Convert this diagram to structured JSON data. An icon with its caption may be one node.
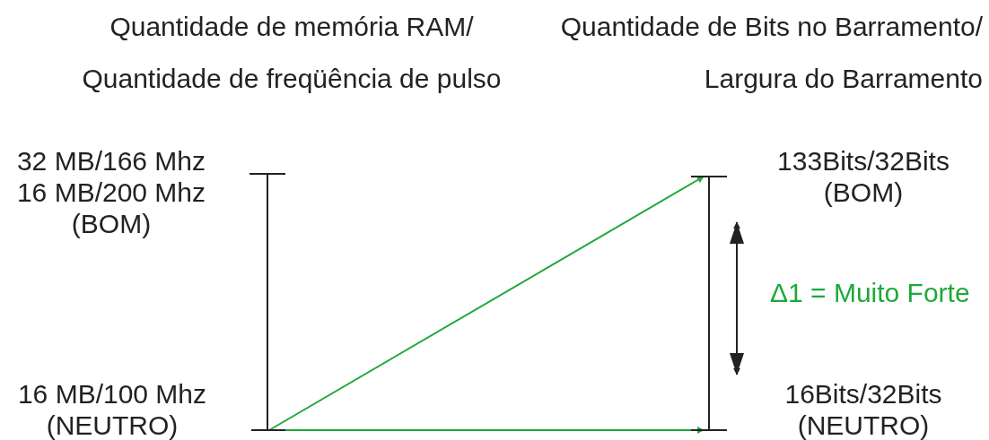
{
  "diagram": {
    "nodes": [
      {
        "text": [
          "32 MB/166 Mhz 16 MB/200 Mhz",
          "(BOM)"
        ]
      },
      {
        "text": [
          "16 MB/100 Mhz",
          "(NEUTRO)"
        ]
      },
      {
        "text": [
          "133Bits/32Bits",
          "(BOM)"
        ]
      },
      {
        "text": [
          "16Bits/32Bits",
          "(NEUTRO)"
        ]
      },
      {
        "text": [],
        "shape": "bar"
      },
      {
        "text": [],
        "shape": "bar"
      },
      {
        "text": [],
        "shape": "bar"
      }
    ],
    "edges": [
      {
        "from": 4,
        "to": 5,
        "arrow": "to",
        "color": "#1fa83a"
      },
      {
        "from": 4,
        "to": 6,
        "arrow": "to",
        "color": "#1fa83a"
      }
    ],
    "labels": [
      "Quantidade de memória RAM/ Quantidade de freqüência de pulso",
      "Quantidade de Bits no Barramento/ Largura do Barramento",
      "Δ1 = Muito Forte"
    ]
  }
}
